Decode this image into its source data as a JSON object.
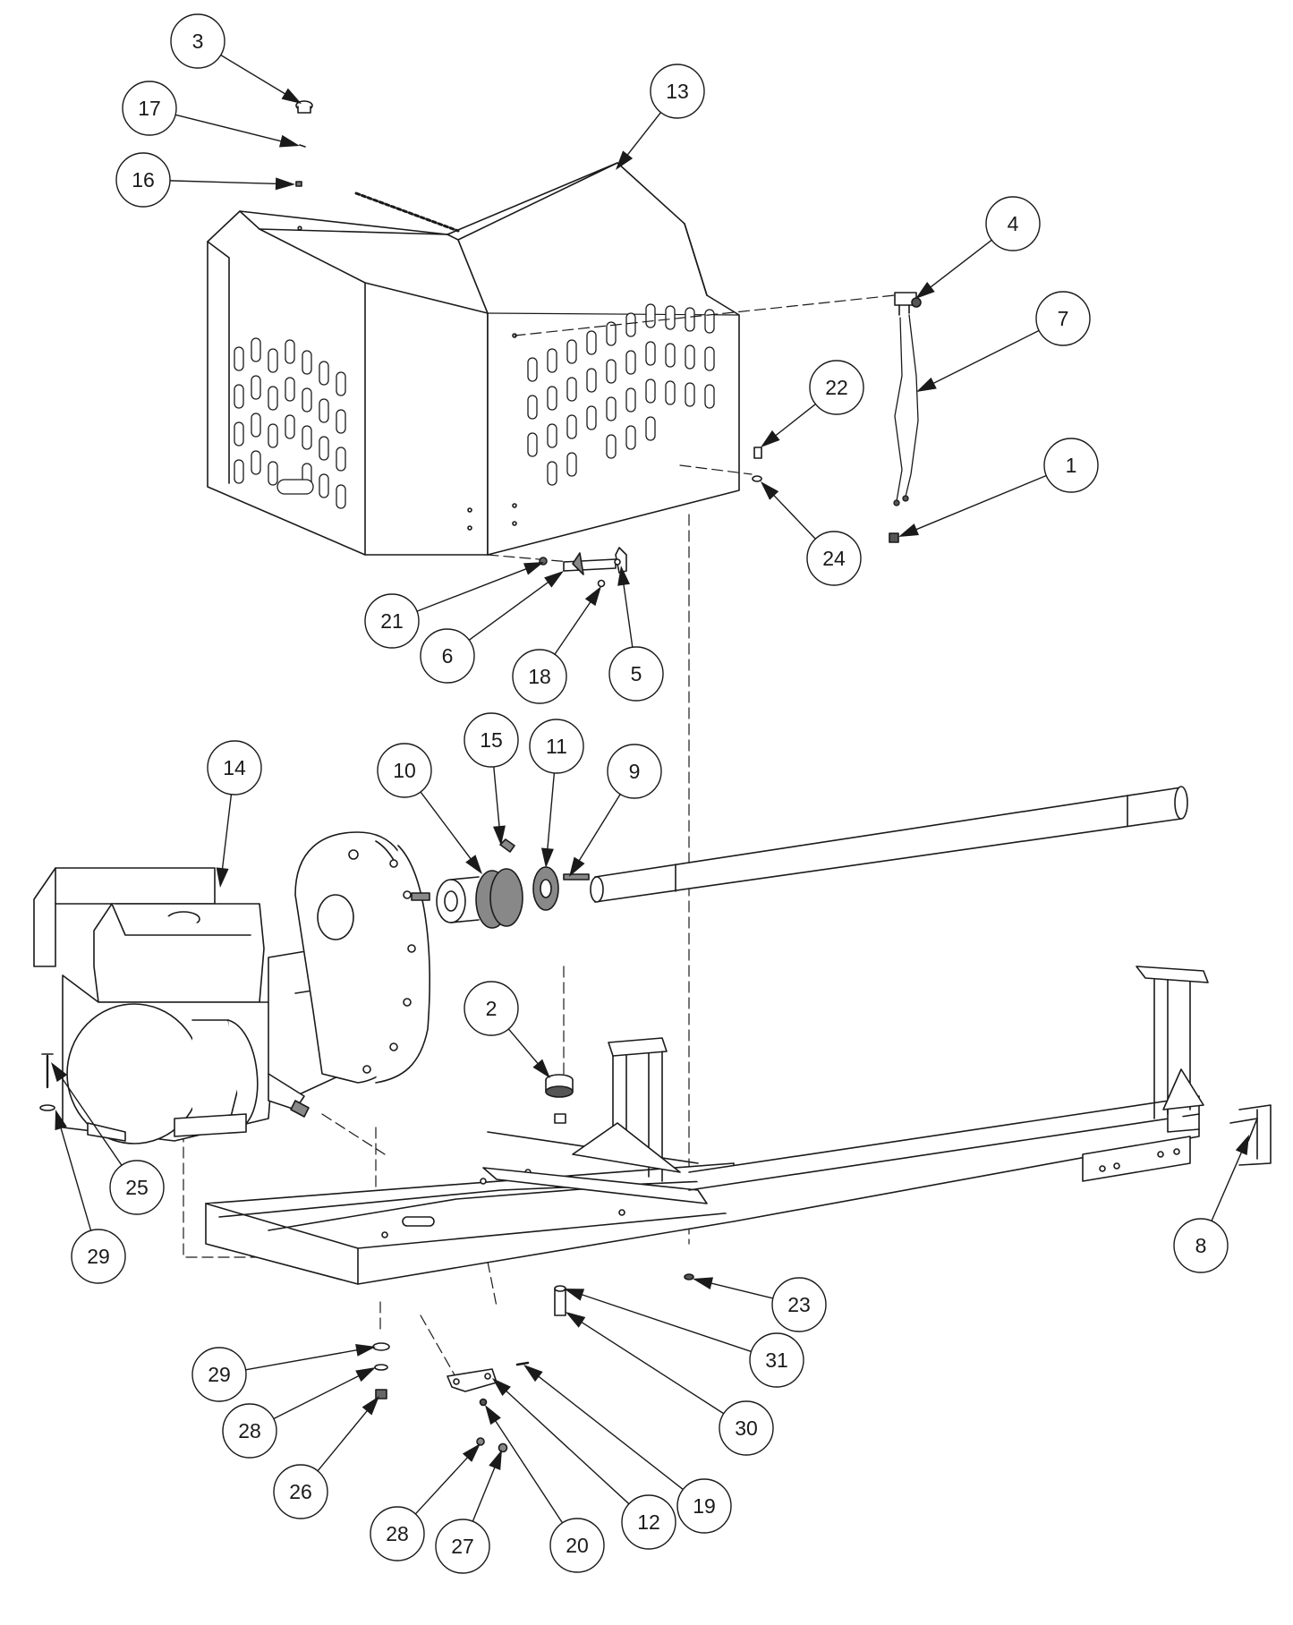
{
  "diagram": {
    "callouts": [
      {
        "id": "c3",
        "label": "3"
      },
      {
        "id": "c17",
        "label": "17"
      },
      {
        "id": "c16",
        "label": "16"
      },
      {
        "id": "c13",
        "label": "13"
      },
      {
        "id": "c4",
        "label": "4"
      },
      {
        "id": "c7",
        "label": "7"
      },
      {
        "id": "c22",
        "label": "22"
      },
      {
        "id": "c1",
        "label": "1"
      },
      {
        "id": "c24",
        "label": "24"
      },
      {
        "id": "c21",
        "label": "21"
      },
      {
        "id": "c6",
        "label": "6"
      },
      {
        "id": "c18",
        "label": "18"
      },
      {
        "id": "c5",
        "label": "5"
      },
      {
        "id": "c15",
        "label": "15"
      },
      {
        "id": "c14",
        "label": "14"
      },
      {
        "id": "c10",
        "label": "10"
      },
      {
        "id": "c11",
        "label": "11"
      },
      {
        "id": "c9",
        "label": "9"
      },
      {
        "id": "c2",
        "label": "2"
      },
      {
        "id": "c25",
        "label": "25"
      },
      {
        "id": "c29a",
        "label": "29"
      },
      {
        "id": "c8",
        "label": "8"
      },
      {
        "id": "c23",
        "label": "23"
      },
      {
        "id": "c31",
        "label": "31"
      },
      {
        "id": "c29b",
        "label": "29"
      },
      {
        "id": "c30",
        "label": "30"
      },
      {
        "id": "c28a",
        "label": "28"
      },
      {
        "id": "c19",
        "label": "19"
      },
      {
        "id": "c26",
        "label": "26"
      },
      {
        "id": "c12",
        "label": "12"
      },
      {
        "id": "c28b",
        "label": "28"
      },
      {
        "id": "c20",
        "label": "20"
      },
      {
        "id": "c27",
        "label": "27"
      }
    ],
    "colors": {
      "line": "#1a1a1a",
      "fill": "#ffffff",
      "shade": "#d9d9d9",
      "dark": "#4a4a4a"
    }
  }
}
